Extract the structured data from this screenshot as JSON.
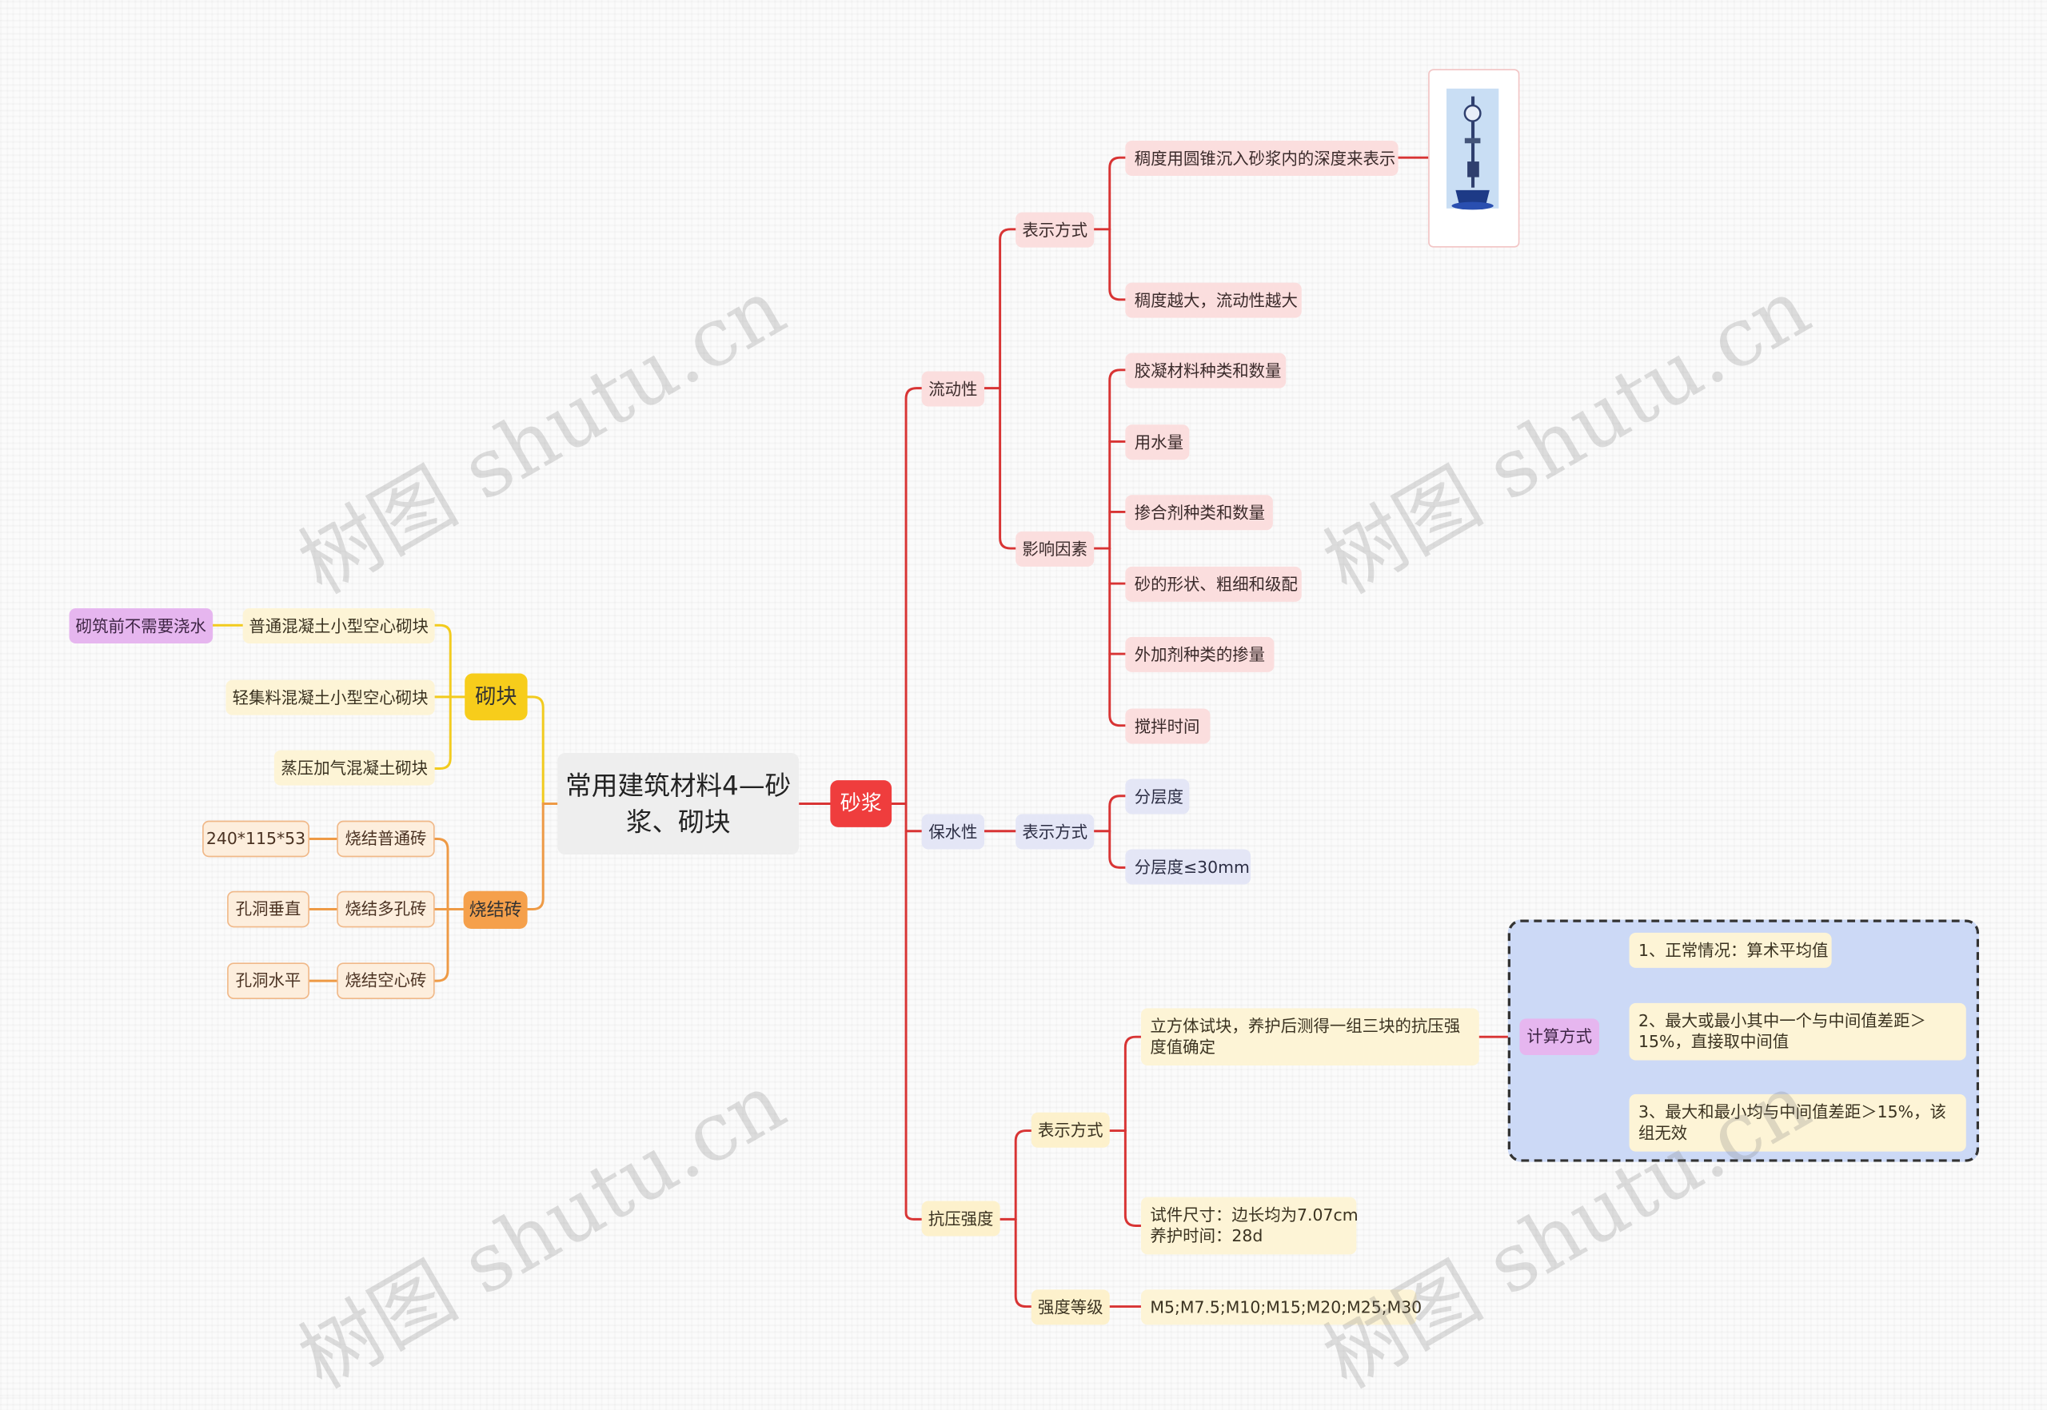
{
  "colors": {
    "red_line": "#d83434",
    "yellow_line": "#f2cb1e",
    "orange_line": "#ee9a45",
    "mortar_bg": "#ef3d3d",
    "block_bg": "#f7cd1b",
    "brick_bg": "#f5a04b",
    "pink_bg": "#fbdede",
    "lavender_bg": "#e4e6f6",
    "cream_bg": "#fdf1cc",
    "violet_bg": "#e6b6ef",
    "calc_box_bg": "#ccd9f6"
  },
  "root": {
    "title": "常用建筑材料4—砂浆、砌块"
  },
  "mortar": {
    "label": "砂浆",
    "fluidity": {
      "label": "流动性",
      "expression": {
        "label": "表示方式",
        "items": [
          "稠度用圆锥沉入砂浆内的深度来表示",
          "稠度越大，流动性越大"
        ],
        "image_icon": "consistency-tester-image"
      },
      "factors": {
        "label": "影响因素",
        "items": [
          "胶凝材料种类和数量",
          "用水量",
          "掺合剂种类和数量",
          "砂的形状、粗细和级配",
          "外加剂种类的掺量",
          "搅拌时间"
        ]
      }
    },
    "water_retention": {
      "label": "保水性",
      "expression": {
        "label": "表示方式",
        "items": [
          "分层度",
          "分层度≤30mm"
        ]
      }
    },
    "compressive_strength": {
      "label": "抗压强度",
      "expression": {
        "label": "表示方式",
        "cube_test": "立方体试块，养护后测得一组三块的抗压强度值确定",
        "calc": {
          "label": "计算方式",
          "items": [
            "1、正常情况：算术平均值",
            "2、最大或最小其中一个与中间值差距＞15%，直接取中间值",
            "3、最大和最小均与中间值差距＞15%，该组无效"
          ]
        },
        "specimen_size": "试件尺寸：边长均为7.07cm",
        "curing_time": "养护时间：28d"
      },
      "grade": {
        "label": "强度等级",
        "value": "M5;M7.5;M10;M15;M20;M25;M30"
      }
    }
  },
  "blocks": {
    "label": "砌块",
    "items": [
      {
        "label": "普通混凝土小型空心砌块",
        "note": "砌筑前不需要浇水"
      },
      {
        "label": "轻集料混凝土小型空心砌块"
      },
      {
        "label": "蒸压加气混凝土砌块"
      }
    ]
  },
  "bricks": {
    "label": "烧结砖",
    "items": [
      {
        "label": "烧结普通砖",
        "note": "240*115*53"
      },
      {
        "label": "烧结多孔砖",
        "note": "孔洞垂直"
      },
      {
        "label": "烧结空心砖",
        "note": "孔洞水平"
      }
    ]
  },
  "watermark": "树图 shutu.cn"
}
